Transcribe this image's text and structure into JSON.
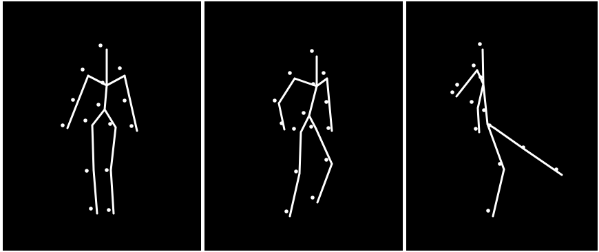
{
  "figure": {
    "background": "#000000",
    "separator": "#ffffff",
    "skeleton_color": "#ffffff",
    "panels": [
      {
        "pose": "standing"
      },
      {
        "pose": "walking-stride"
      },
      {
        "pose": "leg-raised-kick"
      }
    ]
  }
}
